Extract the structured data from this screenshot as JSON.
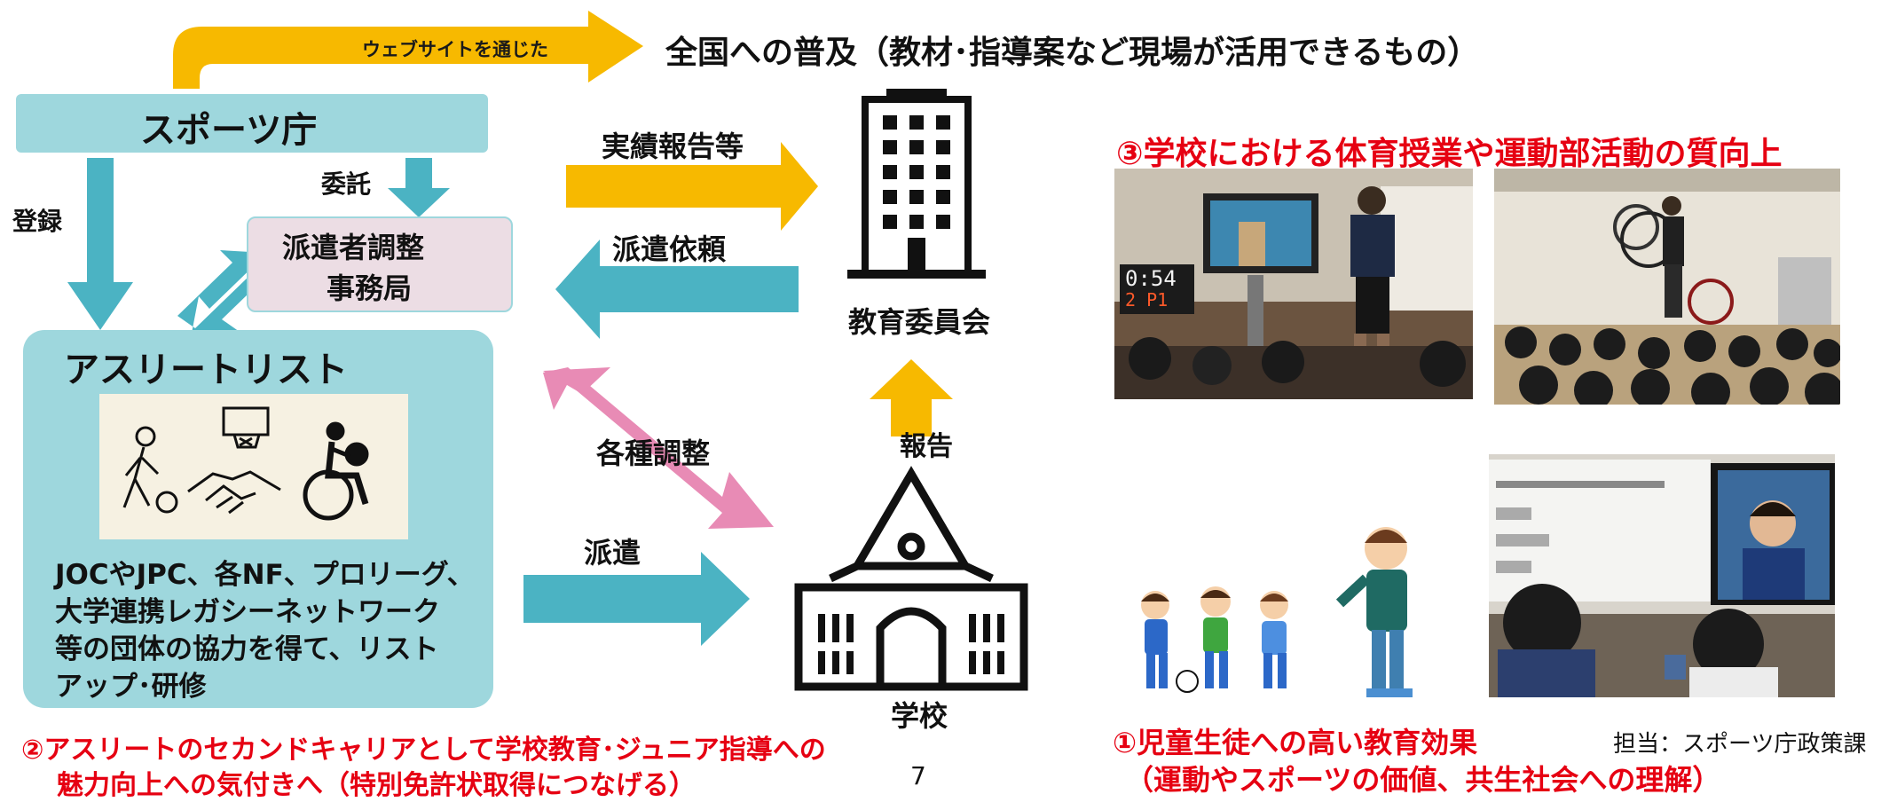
{
  "header": {
    "web_label": "ウェブサイトを通じた",
    "nationwide": "全国への普及（教材･指導案など現場が活用できるもの）"
  },
  "sports_agency": "スポーツ庁",
  "labels": {
    "register": "登録",
    "commission": "委託",
    "results_report": "実績報告等",
    "dispatch_request": "派遣依頼",
    "coordination": "各種調整",
    "report": "報告",
    "dispatch": "派遣"
  },
  "secretariat": [
    "派遣者調整",
    "事務局"
  ],
  "board_of_education": "教育委員会",
  "school": "学校",
  "athlete_list": {
    "title": "アスリートリスト",
    "description": [
      "JOCやJPC、各NF、プロリーグ、",
      "大学連携レガシーネットワーク",
      "等の団体の協力を得て、リスト",
      "アップ･研修"
    ]
  },
  "outcomes": {
    "third": "③学校における体育授業や運動部活動の質向上",
    "second": [
      "②アスリートのセカンドキャリアとして学校教育･ジュニア指導への",
      "魅力向上への気付きへ（特別免許状取得につなげる）"
    ],
    "first": [
      "①児童生徒への高い教育効果",
      "（運動やスポーツの価値、共生社会への理解）"
    ]
  },
  "photo_texts": {
    "scoreboard_time": "0:54",
    "scoreboard_period": "2  P1"
  },
  "footer": {
    "page_number": "7",
    "contact": "担当：スポーツ庁政策課"
  },
  "colors": {
    "teal_arrow": "#4bb3c3",
    "teal_box": "#9ed7dd",
    "gold_arrow": "#f7b900",
    "pink_arrow": "#e88bb5",
    "secretariat_box": "#ecdde4",
    "red_text": "#e60012"
  },
  "icons": [
    "walking-basketball-icon",
    "basketball-hoop-icon",
    "handshake-icon",
    "wheelchair-basketball-icon",
    "office-building-icon",
    "school-building-icon"
  ]
}
